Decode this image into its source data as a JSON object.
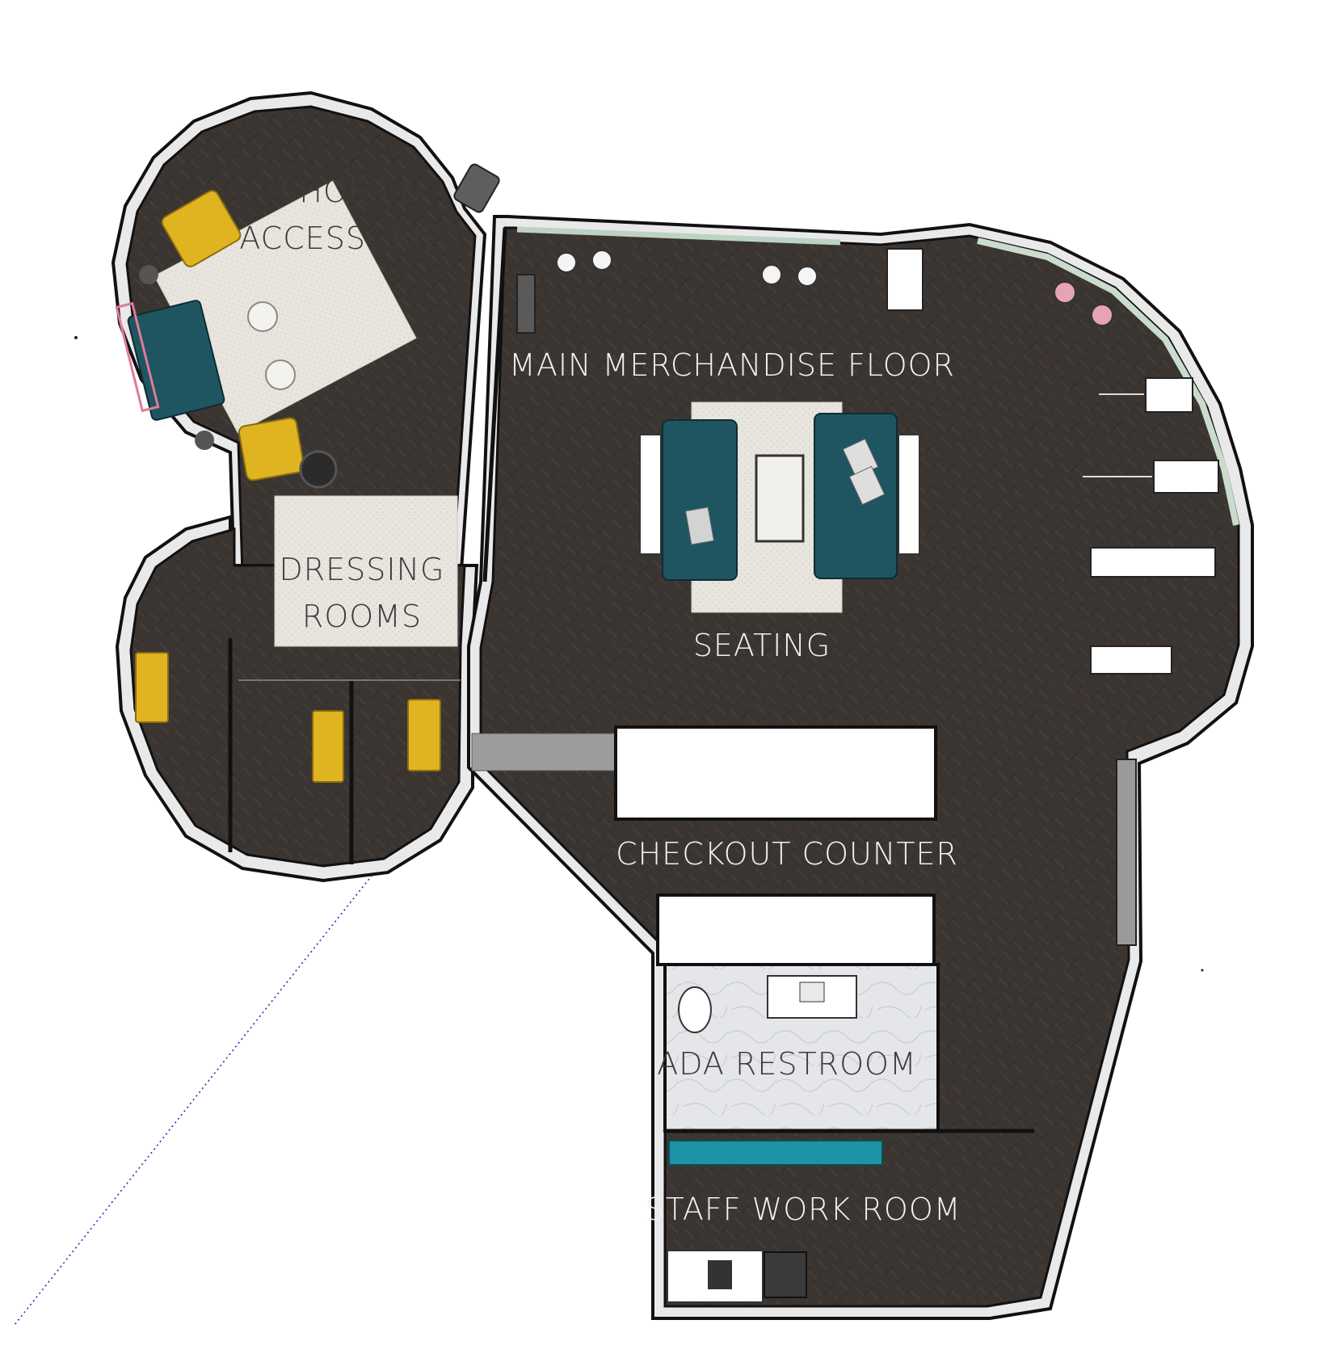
{
  "rooms": {
    "shoes_line1": "SHOES &",
    "shoes_line2": "ACCESSORIES",
    "main_floor": "MAIN MERCHANDISE FLOOR",
    "dressing_line1": "DRESSING",
    "dressing_line2": "ROOMS",
    "seating": "SEATING",
    "checkout": "CHECKOUT COUNTER",
    "restroom": "ADA RESTROOM",
    "staff": "STAFF WORK ROOM"
  },
  "colors": {
    "floor": "#3b3531",
    "wall_outer": "#e6e6e6",
    "wall_line": "#111111",
    "window_glass": "#bcd3c4",
    "rug": "#e8e6df",
    "sofa_teal": "#1f5560",
    "chair_yellow": "#e0b321",
    "bench_blue": "#1e93a6",
    "marble": "#e4e6e9",
    "counter": "#ffffff"
  },
  "icons": {
    "toilet": "toilet-icon",
    "sink": "sink-icon",
    "mannequin": "mannequin-icon",
    "clothing_rack": "clothing-rack-icon",
    "shoe_shelf": "shoe-shelf-icon"
  }
}
